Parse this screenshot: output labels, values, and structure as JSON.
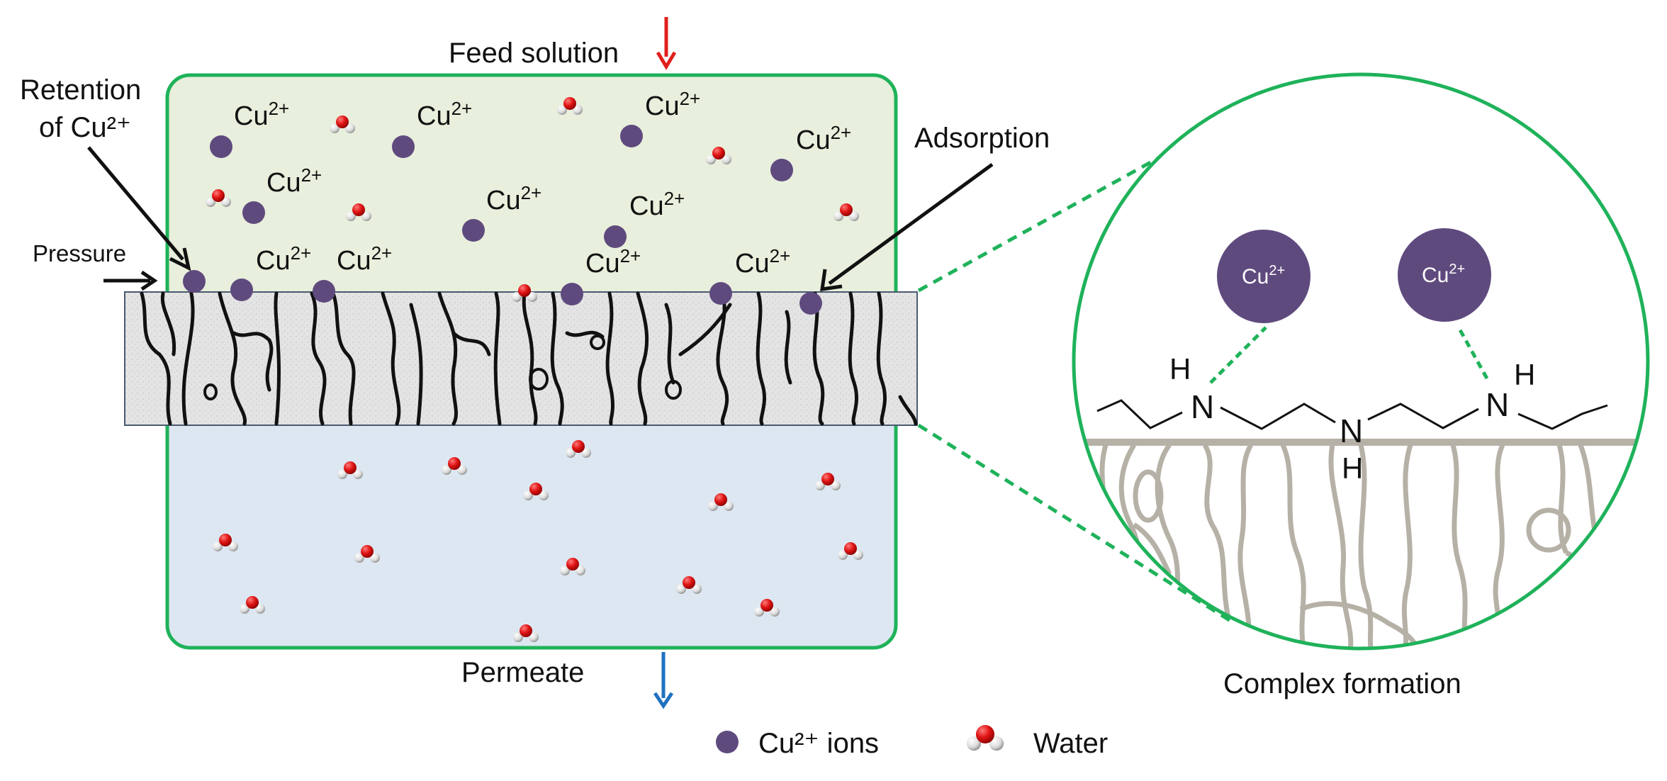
{
  "labels": {
    "feed": "Feed solution",
    "permeate": "Permeate",
    "retention_line1": "Retention",
    "retention_line2": "of Cu²⁺",
    "pressure": "Pressure",
    "adsorption": "Adsorption",
    "complex": "Complex formation",
    "cu_base": "Cu",
    "cu_sup": "2+",
    "N": "N",
    "H": "H"
  },
  "legend": {
    "cu_ions": "Cu²⁺ ions",
    "water": "Water"
  },
  "colors": {
    "cu_ion": "#5f4a7e",
    "feed_bg": "#e8efdc",
    "permeate_bg": "#dde7f2",
    "frame": "#1fb25a",
    "membrane": "#e6e6e6",
    "pore_lines": "#111111",
    "zoom_pores": "#b6b1a6",
    "red_arrow": "#e0201c",
    "blue_arrow": "#1e72c0",
    "oxygen": "#d81818",
    "hydrogen": "#e8e8e8"
  },
  "icons": [
    "cu-ion-icon",
    "water-molecule-icon",
    "feed-arrow-icon",
    "permeate-arrow-icon",
    "pressure-arrow-icon"
  ]
}
